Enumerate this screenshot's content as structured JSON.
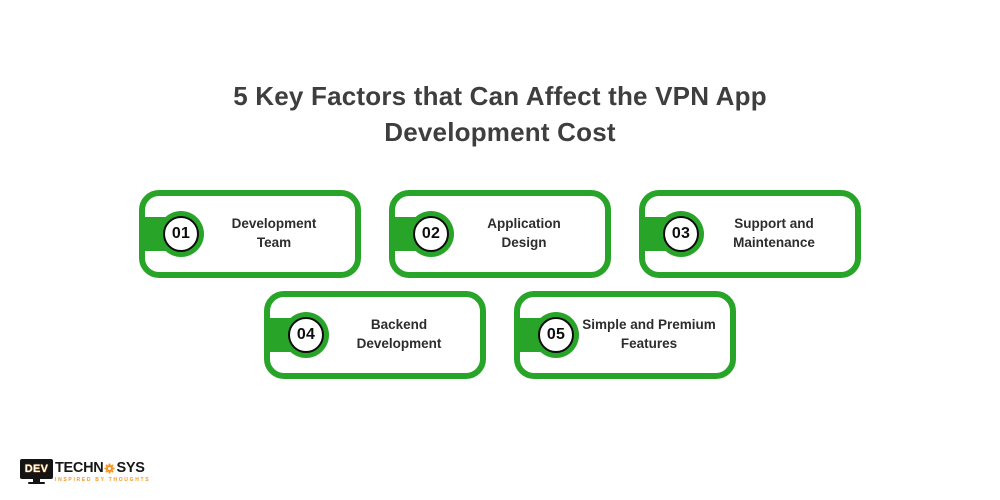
{
  "title": {
    "line1": "5 Key Factors that Can Affect the VPN App",
    "line2": "Development Cost"
  },
  "factors": [
    {
      "number": "01",
      "label": "Development\nTeam"
    },
    {
      "number": "02",
      "label": "Application\nDesign"
    },
    {
      "number": "03",
      "label": "Support and\nMaintenance"
    },
    {
      "number": "04",
      "label": "Backend\nDevelopment"
    },
    {
      "number": "05",
      "label": "Simple and Premium\nFeatures"
    }
  ],
  "logo": {
    "monitor_text": "DEV",
    "name_part1": "TECHN",
    "name_part2": "SYS",
    "gear_icon": "gear-icon",
    "tagline": "INSPIRED BY THOUGHTS"
  },
  "colors": {
    "accent_green": "#28a428",
    "title_text": "#3e3e3e",
    "card_text": "#2d2d2d",
    "number_text": "#0d0d0d",
    "logo_orange": "#f7941e",
    "logo_black": "#141414",
    "background": "#ffffff"
  }
}
